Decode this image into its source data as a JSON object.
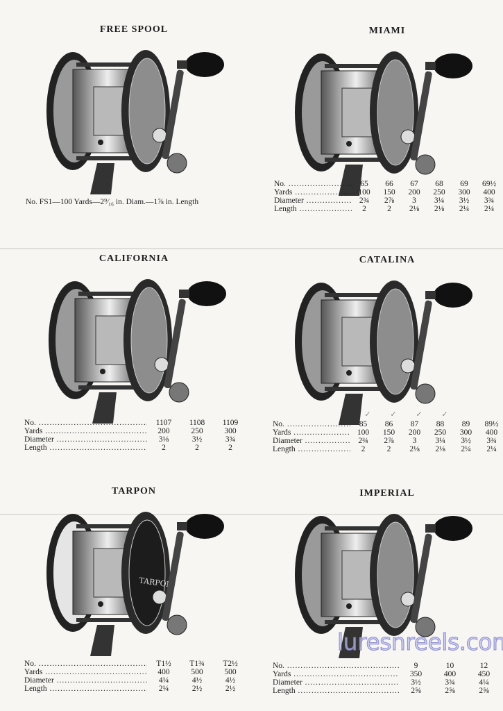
{
  "reels": [
    {
      "id": "free-spool",
      "title": "FREE SPOOL",
      "caption": "No. FS1—100 Yards—2⁹⁄₁₆ in. Diam.—1⅞ in. Length"
    },
    {
      "id": "miami",
      "title": "MIAMI",
      "table": {
        "rows": [
          {
            "label": "No.",
            "values": [
              "65",
              "66",
              "67",
              "68",
              "69",
              "69½"
            ]
          },
          {
            "label": "Yards",
            "values": [
              "100",
              "150",
              "200",
              "250",
              "300",
              "400"
            ]
          },
          {
            "label": "Diameter",
            "values": [
              "2¾",
              "2⅞",
              "3",
              "3¼",
              "3½",
              "3¾"
            ]
          },
          {
            "label": "Length",
            "values": [
              "2",
              "2",
              "2⅛",
              "2⅛",
              "2¼",
              "2¼"
            ]
          }
        ]
      }
    },
    {
      "id": "california",
      "title": "CALIFORNIA",
      "table": {
        "rows": [
          {
            "label": "No.",
            "values": [
              "1107",
              "1108",
              "1109"
            ]
          },
          {
            "label": "Yards",
            "values": [
              "200",
              "250",
              "300"
            ]
          },
          {
            "label": "Diameter",
            "values": [
              "3⅛",
              "3½",
              "3¾"
            ]
          },
          {
            "label": "Length",
            "values": [
              "2",
              "2",
              "2"
            ]
          }
        ]
      }
    },
    {
      "id": "catalina",
      "title": "CATALINA",
      "table": {
        "checkmarks": [
          true,
          true,
          true,
          true,
          false,
          false
        ],
        "rows": [
          {
            "label": "No.",
            "values": [
              "85",
              "86",
              "87",
              "88",
              "89",
              "89½"
            ]
          },
          {
            "label": "Yards",
            "values": [
              "100",
              "150",
              "200",
              "250",
              "300",
              "400"
            ]
          },
          {
            "label": "Diameter",
            "values": [
              "2¾",
              "2⅞",
              "3",
              "3¼",
              "3½",
              "3¾"
            ]
          },
          {
            "label": "Length",
            "values": [
              "2",
              "2",
              "2⅛",
              "2⅛",
              "2¼",
              "2¼"
            ]
          }
        ]
      }
    },
    {
      "id": "tarpon",
      "title": "TARPON",
      "plate_text": "TARPON",
      "table": {
        "rows": [
          {
            "label": "No.",
            "values": [
              "T1½",
              "T1¾",
              "T2½"
            ]
          },
          {
            "label": "Yards",
            "values": [
              "400",
              "500",
              "500"
            ]
          },
          {
            "label": "Diameter",
            "values": [
              "4¼",
              "4½",
              "4½"
            ]
          },
          {
            "label": "Length",
            "values": [
              "2¼",
              "2½",
              "2½"
            ]
          }
        ]
      }
    },
    {
      "id": "imperial",
      "title": "IMPERIAL",
      "table": {
        "rows": [
          {
            "label": "No.",
            "values": [
              "9",
              "10",
              "12"
            ]
          },
          {
            "label": "Yards",
            "values": [
              "350",
              "400",
              "450"
            ]
          },
          {
            "label": "Diameter",
            "values": [
              "3½",
              "3¾",
              "4¼"
            ]
          },
          {
            "label": "Length",
            "values": [
              "2⅝",
              "2⅝",
              "2⅝"
            ]
          }
        ]
      }
    }
  ],
  "watermark": "luresnreels.com"
}
